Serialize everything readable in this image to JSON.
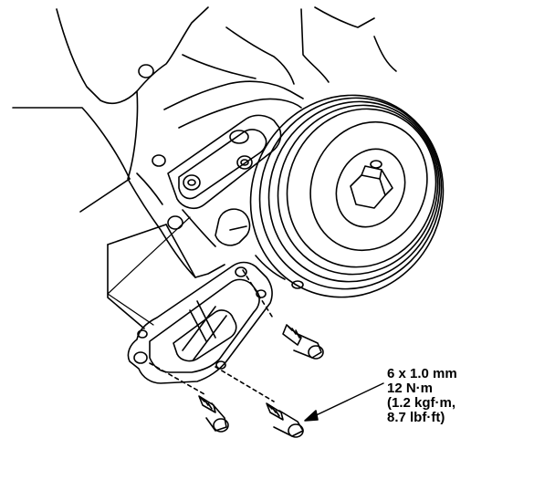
{
  "callout": {
    "bolt_size": "6 x 1.0 mm",
    "torque_nm": "12 N·m",
    "torque_kgfm": "(1.2 kgf·m,",
    "torque_lbfft": "8.7 lbf·ft)"
  },
  "colors": {
    "ink": "#000000",
    "paper": "#ffffff"
  }
}
